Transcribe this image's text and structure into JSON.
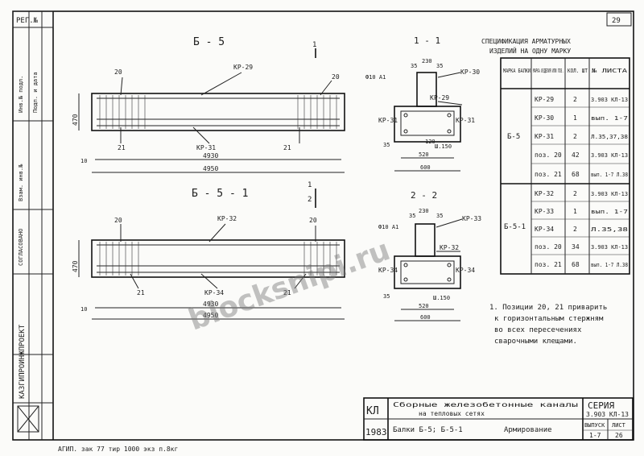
{
  "page_number": "29",
  "stamp": "РЕГ.№",
  "left_labels": [
    "Инв.№ подл.",
    "Подп. и дата",
    "Взам. инв.№",
    "СОГЛАСОВАНО"
  ],
  "left_org": "КАЗГИПРОИНЖПРОЕКТ",
  "views": {
    "b5": "Б - 5",
    "b51": "Б - 5 - 1",
    "sec11": "1 - 1",
    "sec22": "2 - 2",
    "cut1": "1",
    "cut2": "2"
  },
  "beam_b5": {
    "kp_top": "КР-29",
    "kp_bottom": "КР-31",
    "pos_left": "20",
    "pos_right": "20",
    "pos_a": "21",
    "pos_b": "21",
    "dim_inner": "4930",
    "dim_total": "4950",
    "height": "470",
    "end": "10"
  },
  "beam_b51": {
    "kp_top": "КР-32",
    "kp_bottom": "КР-34",
    "pos_left": "20",
    "pos_right": "20",
    "pos_a": "21",
    "pos_b": "21",
    "dim_inner": "4930",
    "dim_total": "4950",
    "height": "470",
    "end": "10"
  },
  "section_11": {
    "kp_a": "КР-30",
    "kp_b": "КР-29",
    "kp_c": "КР-31",
    "kp_d": "КР-31",
    "rebar": "Ф10 А1",
    "rebar2": "Ш.150",
    "d1": "35",
    "d2": "230",
    "d3": "35",
    "d4": "520",
    "d5": "600",
    "d6": "120",
    "d7": "35"
  },
  "section_22": {
    "kp_a": "КР-33",
    "kp_b": "КР-32",
    "kp_c": "КР-34",
    "kp_d": "КР-34",
    "rebar": "Ф10 А1",
    "rebar2": "Ш.150",
    "d1": "35",
    "d2": "230",
    "d3": "35",
    "d4": "520",
    "d5": "600",
    "d6": "35"
  },
  "spec": {
    "title1": "СПЕЦИФИКАЦИЯ АРМАТУРНЫХ",
    "title2": "ИЗДЕЛИЙ НА ОДНУ МАРКУ",
    "headers": [
      "МАРКА БАЛКИ",
      "МАРКА ИЗДЕЛИЯ ИЛИ ПОЗ.",
      "КОЛ. ШТ",
      "№ ЛИСТА"
    ],
    "groups": [
      {
        "mark": "Б-5",
        "rows": [
          [
            "КР-29",
            "2",
            "3.903 КЛ-13"
          ],
          [
            "КР-30",
            "1",
            "вып. 1-7"
          ],
          [
            "КР-31",
            "2",
            "Л.35,37,38"
          ],
          [
            "поз. 20",
            "42",
            "3.903 КЛ-13"
          ],
          [
            "поз. 21",
            "68",
            "вып. 1-7 Л.38"
          ]
        ]
      },
      {
        "mark": "Б-5-1",
        "rows": [
          [
            "КР-32",
            "2",
            "3.903 КЛ-13"
          ],
          [
            "КР-33",
            "1",
            "вып. 1-7"
          ],
          [
            "КР-34",
            "2",
            "Л.35,38"
          ],
          [
            "поз. 20",
            "34",
            "3.903 КЛ-13"
          ],
          [
            "поз. 21",
            "68",
            "вып. 1-7 Л.38"
          ]
        ]
      }
    ]
  },
  "note_lines": [
    "1. Позиции 20, 21 приварить",
    "к горизонтальным стержням",
    "во всех пересечениях",
    "сварочными клещами."
  ],
  "title_block": {
    "code": "КЛ",
    "year": "1983",
    "desc1": "Сборные железобетонные каналы",
    "desc2": "на тепловых сетях",
    "drawing": "Балки Б-5; Б-5-1",
    "drawing_type": "Армирование",
    "series_label": "СЕРИЯ",
    "series_value": "3.903 КЛ-13",
    "vypusk_label": "ВЫПУСК",
    "vypusk_value": "1-7",
    "list_label": "ЛИСТ",
    "list_value": "26"
  },
  "footer": "АГИП. зак 77 тир 1000 экз п.8кг",
  "watermark": "blocksnipi.ru"
}
